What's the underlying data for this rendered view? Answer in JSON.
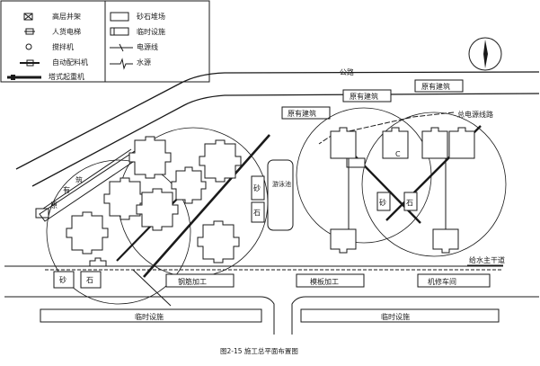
{
  "legend": {
    "items": [
      {
        "label": "高层井架",
        "icon": "high-rise-hoist-icon"
      },
      {
        "label": "砂石堆场",
        "icon": "sand-stone-yard-icon"
      },
      {
        "label": "人货电梯",
        "icon": "passenger-cargo-elevator-icon"
      },
      {
        "label": "临时设施",
        "icon": "temporary-facility-icon"
      },
      {
        "label": "搅拌机",
        "icon": "mixer-icon"
      },
      {
        "label": "电源线",
        "icon": "power-line-icon"
      },
      {
        "label": "自动配料机",
        "icon": "auto-batching-machine-icon"
      },
      {
        "label": "水源",
        "icon": "water-source-icon"
      },
      {
        "label": "塔式起重机",
        "icon": "tower-crane-icon"
      }
    ]
  },
  "plan": {
    "road": "公路",
    "existing_buildings": [
      "原有建筑",
      "原有建筑",
      "原有建筑"
    ],
    "power_main": "总电源线路",
    "water_main": "给水主干道",
    "pool": "游泳池",
    "sand": "砂",
    "stone": "石",
    "rebar_yard": "钢筋加工",
    "formwork_yard": "模板加工",
    "repair_shop": "机修车间",
    "temp_left": "临时设施",
    "temp_right": "临时设施",
    "shed_chars": [
      "筑",
      "有",
      "原"
    ],
    "c_mark": "C"
  },
  "caption": "图2-15   施工总平面布置图"
}
